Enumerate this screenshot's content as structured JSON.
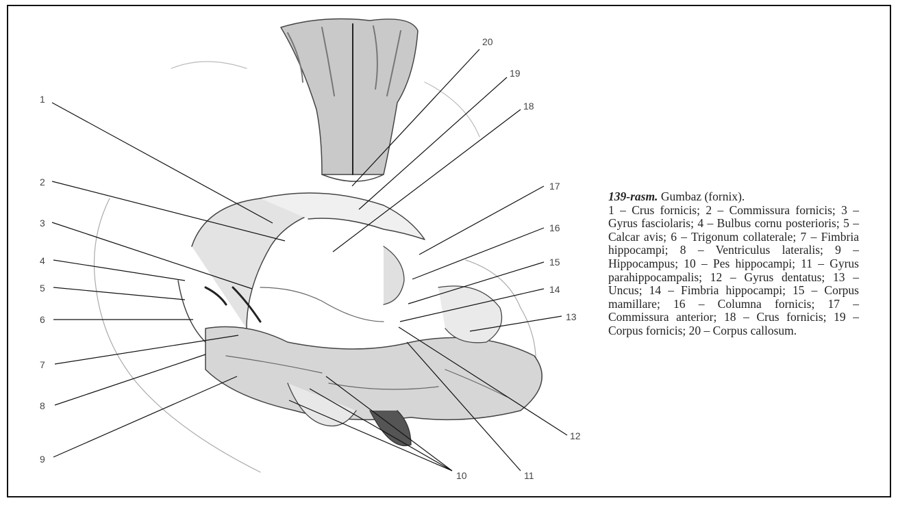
{
  "figure": {
    "labels": [
      "1",
      "2",
      "3",
      "4",
      "5",
      "6",
      "7",
      "8",
      "9",
      "10",
      "11",
      "12",
      "13",
      "14",
      "15",
      "16",
      "17",
      "18",
      "19",
      "20"
    ],
    "caption": {
      "number": "139-rasm.",
      "title": "Gumbaz (fornix).",
      "legend": "1 – Crus fornicis; 2 – Commissura fornicis; 3 – Gyrus fasciolaris; 4 – Bulbus cornu posterioris; 5 – Calcar avis; 6 – Trigonum collaterale; 7 – Fimbria hippocampi; 8 – Ventriculus lateralis; 9 – Hippocampus; 10 – Pes hippocampi; 11 – Gyrus parahippocampalis; 12 – Gyrus dentatus; 13 – Uncus; 14 – Fimbria hippocampi; 15 – Corpus mamillare; 16 – Columna fornicis; 17 – Commissura anterior; 18 – Crus fornicis; 19 – Corpus fornicis; 20 – Corpus callosum."
    }
  }
}
